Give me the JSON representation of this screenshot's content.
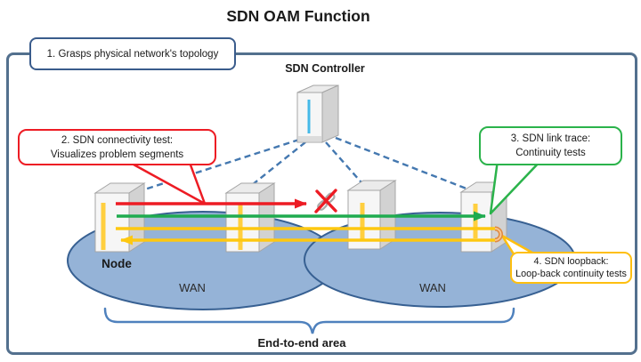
{
  "title": "SDN OAM Function",
  "labels": {
    "controller": "SDN Controller",
    "node": "Node",
    "wan_left": "WAN",
    "wan_right": "WAN",
    "end_to_end": "End-to-end area"
  },
  "callouts": {
    "step1": {
      "text": "1. Grasps physical network's topology"
    },
    "step2": {
      "line1": "2. SDN connectivity test:",
      "line2": "Visualizes problem segments"
    },
    "step3": {
      "line1": "3. SDN link trace:",
      "line2": "Continuity tests"
    },
    "step4": {
      "line1": "4. SDN loopback:",
      "line2": "Loop-back continuity tests"
    }
  },
  "icons": {
    "controller": "server-box-icon",
    "nodes": "server-box-icon",
    "broken_link": "broken-link-icon"
  },
  "colors": {
    "outer_border": "#53708e",
    "step1_border": "#3a5c8c",
    "red": "#ed1c24",
    "green": "#1fab4f",
    "green_border": "#2bb34b",
    "yellow": "#fec810",
    "yellow_border": "#febf10",
    "loop_arc": "#e08a42",
    "wan_fill": "#95b3d7",
    "wan_border": "#376092",
    "dashed_link": "#4478b0",
    "brace": "#4f81bd",
    "controller_accent": "#45b9e8",
    "node_accent": "#ffcf3f"
  }
}
